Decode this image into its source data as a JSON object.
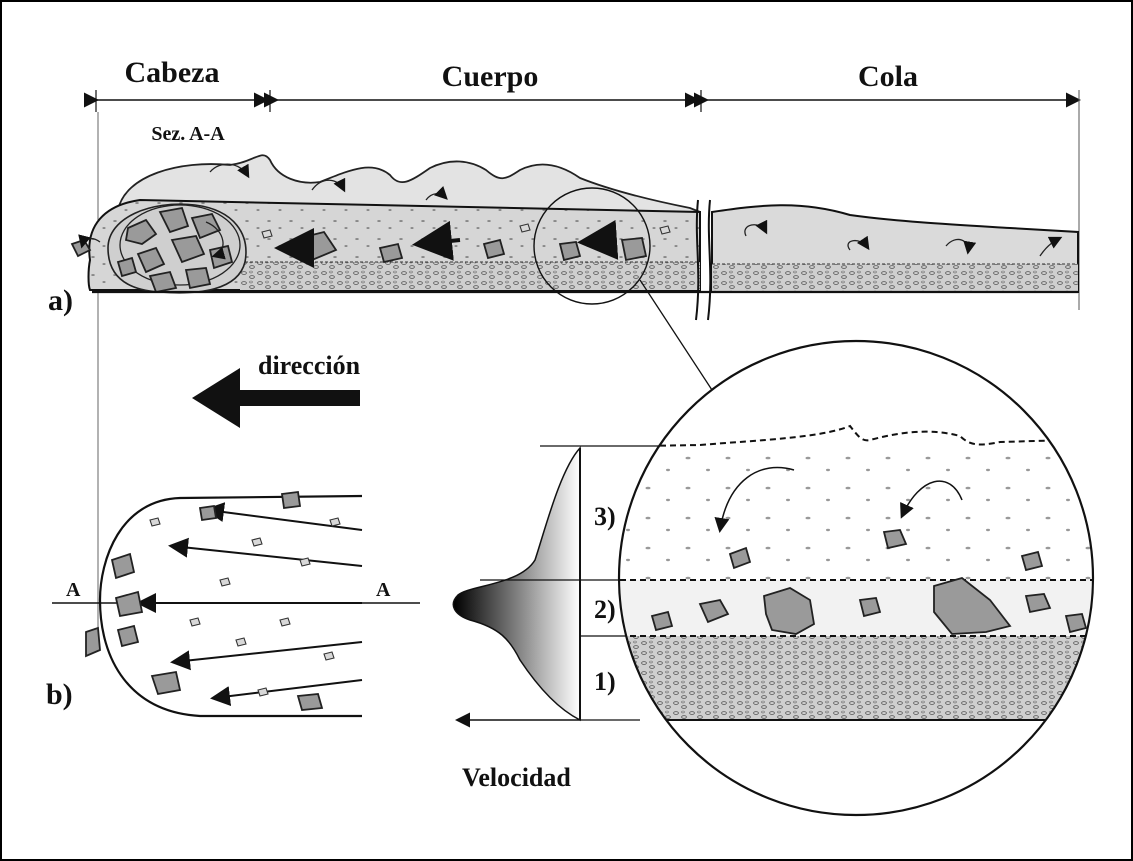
{
  "labels": {
    "cabeza": "Cabeza",
    "cuerpo": "Cuerpo",
    "cola": "Cola",
    "section": "Sez. A-A",
    "panel_a": "a)",
    "panel_b": "b)",
    "direction": "dirección",
    "section_left": "A",
    "section_right": "A",
    "layer3": "3)",
    "layer2": "2)",
    "layer1": "1)",
    "velocity": "Velocidad"
  },
  "colors": {
    "ink": "#111111",
    "flow_fill": "#d2d2d2",
    "cloud_fill": "#e6e6e6",
    "bed_fill": "#c4c4c4",
    "rock_fill": "#9a9a9a"
  },
  "icons": {
    "direction_arrow": "left-arrow-icon"
  }
}
